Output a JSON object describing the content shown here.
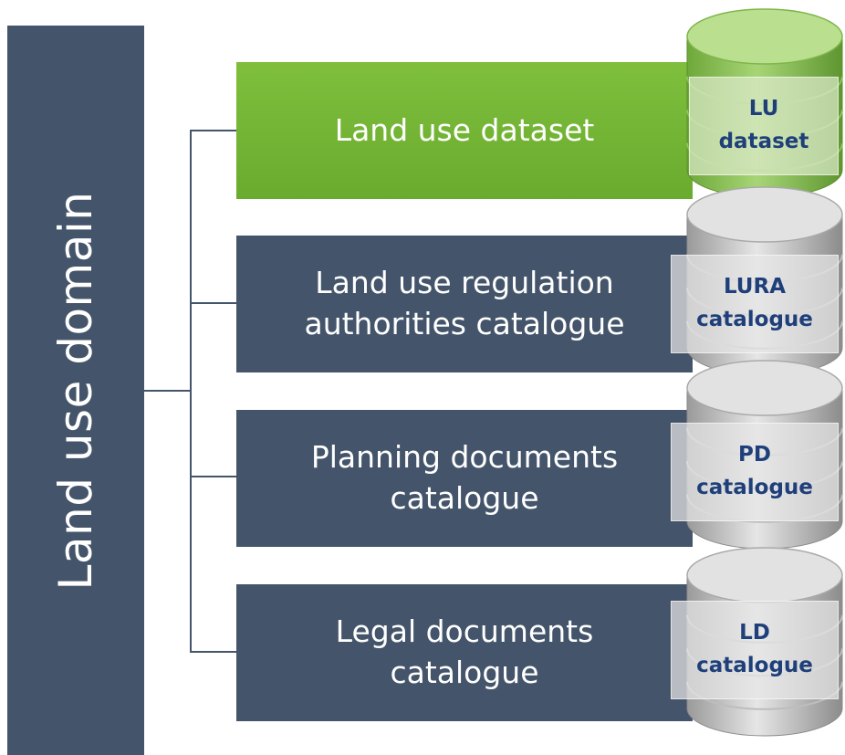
{
  "domain": {
    "label": "Land use domain",
    "color": "#44546a"
  },
  "items": [
    {
      "label": "Land use dataset",
      "color": "#72b235",
      "db_label": "LU\ndataset",
      "db_color": "green"
    },
    {
      "label": "Land use regulation\nauthorities catalogue",
      "color": "#44546a",
      "db_label": "LURA\ncatalogue",
      "db_color": "gray"
    },
    {
      "label": "Planning documents\ncatalogue",
      "color": "#44546a",
      "db_label": "PD\ncatalogue",
      "db_color": "gray"
    },
    {
      "label": "Legal documents\ncatalogue",
      "color": "#44546a",
      "db_label": "LD\ncatalogue",
      "db_color": "gray"
    }
  ],
  "label_text_color": "#1f3f7a"
}
